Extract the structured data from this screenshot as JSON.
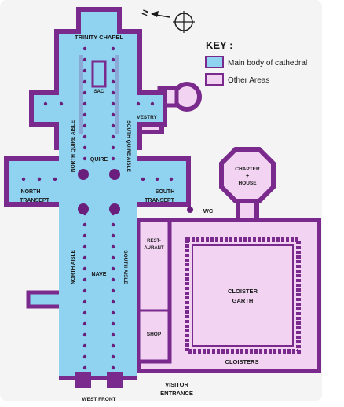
{
  "compass": {
    "label": "N"
  },
  "key": {
    "title": "KEY :",
    "items": [
      {
        "label": "Main body of cathedral",
        "color": "#8fd3f0"
      },
      {
        "label": "Other Areas",
        "color": "#f2d4f2"
      }
    ]
  },
  "colors": {
    "outline": "#7a2a8c",
    "main": "#8fd3f0",
    "other": "#f2d4f2",
    "column": "#6a1f7c"
  },
  "labels": {
    "trinity_chapel": "TRINITY CHAPEL",
    "vestry": "VESTRY",
    "north_quire_aisle": "NORTH QUIRE AISLE",
    "quire": "QUIRE",
    "south_quire_aisle": "SOUTH QUIRE AISLE",
    "north_transept_1": "NORTH",
    "north_transept_2": "TRANSEPT",
    "south_transept_1": "SOUTH",
    "south_transept_2": "TRANSEPT",
    "north_aisle": "NORTH AISLE",
    "nave": "NAVE",
    "south_aisle": "SOUTH AISLE",
    "restaurant_1": "REST-",
    "restaurant_2": "AURANT",
    "shop": "SHOP",
    "chapter_house_1": "CHAPTER",
    "chapter_house_2": "HOUSE",
    "wc": "WC",
    "cloister_garth_1": "CLOISTER",
    "cloister_garth_2": "GARTH",
    "cloisters": "CLOISTERS",
    "visitor_entrance_1": "VISITOR",
    "visitor_entrance_2": "ENTRANCE",
    "west_front": "WEST FRONT",
    "sac": "SAC"
  }
}
